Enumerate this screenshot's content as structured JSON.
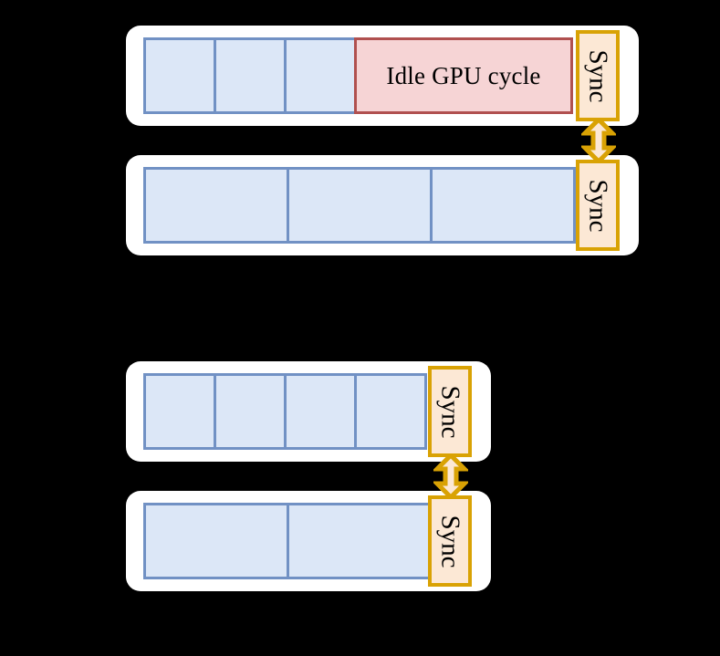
{
  "figure": {
    "type": "diagram",
    "subject": "gpu-pipeline-synchronization-timeline",
    "background_color": "#000000",
    "colors": {
      "pipeline_container": "#ffffff",
      "compute_cell_fill": "#dce7f7",
      "compute_cell_border": "#7191c4",
      "idle_cell_fill": "#f6d4d5",
      "idle_cell_border": "#b0504f",
      "sync_fill": "#fce8d5",
      "sync_border": "#d9a204",
      "arrow_fill": "#fce8d5",
      "arrow_border": "#d9a204",
      "text": "#000000"
    }
  },
  "groups": [
    {
      "id": "group-top",
      "rows": [
        {
          "id": "row-1",
          "cells": [
            {
              "kind": "compute",
              "label": ""
            },
            {
              "kind": "compute",
              "label": ""
            },
            {
              "kind": "compute",
              "label": ""
            },
            {
              "kind": "idle",
              "label": "Idle GPU cycle"
            }
          ],
          "sync": {
            "label": "Sync"
          }
        },
        {
          "id": "row-2",
          "cells": [
            {
              "kind": "compute",
              "label": ""
            },
            {
              "kind": "compute",
              "label": ""
            },
            {
              "kind": "compute",
              "label": ""
            }
          ],
          "sync": {
            "label": "Sync"
          }
        }
      ],
      "arrow": {
        "name": "sync-arrow",
        "direction": "both"
      }
    },
    {
      "id": "group-bottom",
      "rows": [
        {
          "id": "row-3",
          "cells": [
            {
              "kind": "compute",
              "label": ""
            },
            {
              "kind": "compute",
              "label": ""
            },
            {
              "kind": "compute",
              "label": ""
            },
            {
              "kind": "compute",
              "label": ""
            }
          ],
          "sync": {
            "label": "Sync"
          }
        },
        {
          "id": "row-4",
          "cells": [
            {
              "kind": "compute",
              "label": ""
            },
            {
              "kind": "compute",
              "label": ""
            }
          ],
          "sync": {
            "label": "Sync"
          }
        }
      ],
      "arrow": {
        "name": "sync-arrow",
        "direction": "both"
      }
    }
  ]
}
